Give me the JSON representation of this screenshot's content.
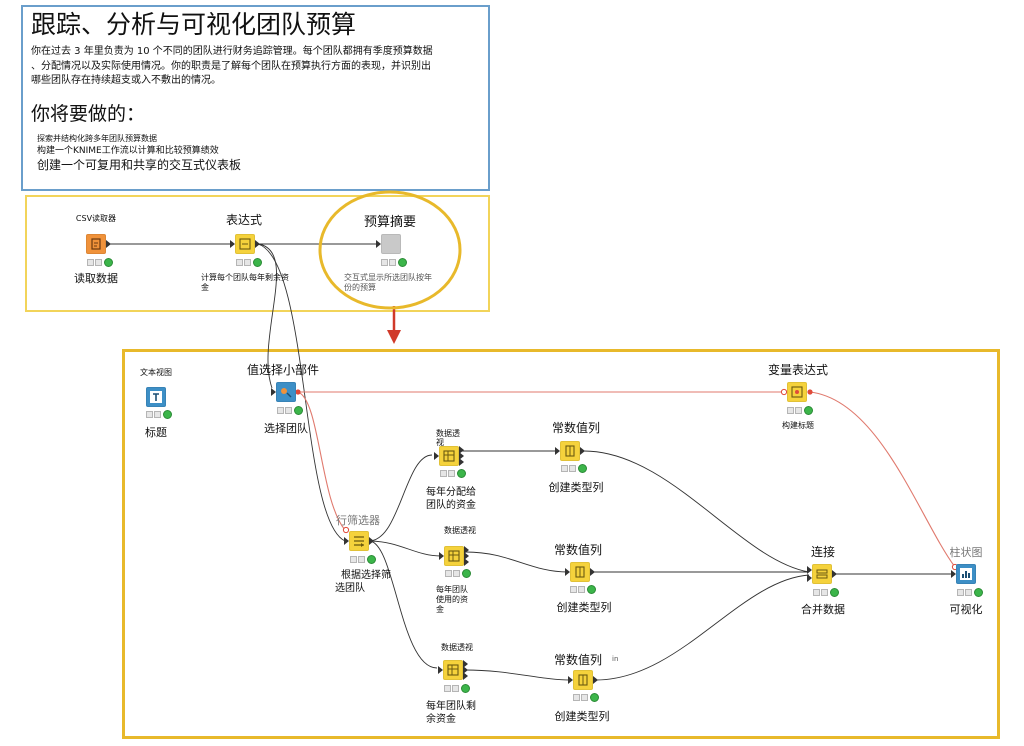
{
  "intro": {
    "title": "跟踪、分析与可视化团队预算",
    "desc_line1": "你在过去 3 年里负责为 10 个不同的团队进行财务追踪管理。每个团队都拥有季度预算数据",
    "desc_line2": "、分配情况以及实际使用情况。你的职责是了解每个团队在预算执行方面的表现，并识别出",
    "desc_line3": "哪些团队存在持续超支或入不敷出的情况。",
    "subtitle": "你将要做的：",
    "task1": "探索并结构化跨多年团队预算数据",
    "task2": "构建一个KNIME工作流以计算和比较预算绩效",
    "task3": "创建一个可复用和共享的交互式仪表板"
  },
  "nodes": {
    "csv_reader": {
      "title": "CSV读取器",
      "label": "读取数据"
    },
    "expression": {
      "title": "表达式",
      "label_l1": "计算每个团队每年剩余资",
      "label_l2": "金"
    },
    "budget_summary": {
      "title": "预算摘要",
      "label_l1": "交互式显示所选团队按年",
      "label_l2": "份的预算"
    },
    "text_view": {
      "title": "文本视图",
      "label": "标题"
    },
    "value_selection": {
      "title": "值选择小部件",
      "label": "选择团队"
    },
    "variable_expression": {
      "title": "变量表达式",
      "label": "构建标题"
    },
    "row_filter": {
      "title": "行筛选器",
      "label_l1": "根据选择筛",
      "label_l2": "选团队"
    },
    "pivot1": {
      "title_l1": "数据透",
      "title_l2": "视",
      "label_l1": "每年分配给",
      "label_l2": "团队的资金"
    },
    "pivot2": {
      "title": "数据透视",
      "label_l1": "每年团队",
      "label_l2": "使用的资",
      "label_l3": "金"
    },
    "pivot3": {
      "title": "数据透视",
      "label_l1": "每年团队剩",
      "label_l2": "余资金"
    },
    "const1": {
      "title": "常数值列",
      "label": "创建类型列"
    },
    "const2": {
      "title": "常数值列",
      "label": "创建类型列"
    },
    "const3": {
      "title": "常数值列",
      "label": "创建类型列",
      "extra": "in"
    },
    "concat": {
      "title": "连接",
      "label": "合并数据"
    },
    "bar_chart": {
      "title": "柱状图",
      "label": "可视化"
    }
  },
  "colors": {
    "manipulator": "#f5d23c",
    "reader": "#f0923a",
    "view": "#3d8fc6",
    "component": "#c9c9c9",
    "annotation_blue": "#6a9ecb",
    "annotation_yellow": "#f2d45a",
    "annotation_gold": "#e8b92b",
    "arrow_red": "#d03a2a",
    "flow_red": "#e07a6e"
  }
}
